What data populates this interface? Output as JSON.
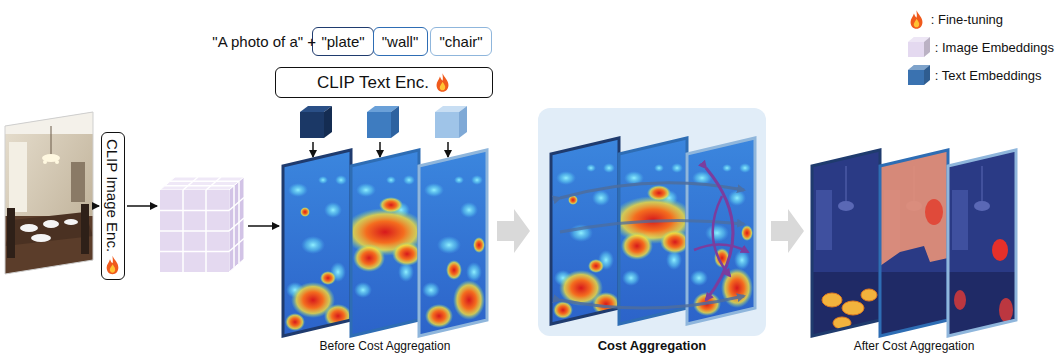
{
  "diagram": {
    "nodes": [
      {
        "text": [
          "\"plate\""
        ]
      },
      {
        "text": [
          "\"wall\""
        ]
      },
      {
        "text": [
          "\"chair\""
        ]
      },
      {
        "text": [
          "CLIP Text Enc."
        ]
      },
      {
        "text": [
          "CLIP Image Enc."
        ]
      }
    ],
    "labels": [
      "\"A photo of a\" +",
      "Before Cost Aggregation",
      "Cost Aggregation",
      "After Cost Aggregation"
    ],
    "legend": [
      {
        "text": ": Fine-tuning"
      },
      {
        "text": ": Image Embeddings",
        "color": "#e4d9f0"
      },
      {
        "text": ": Text Embeddings",
        "color": "#3a72b0"
      }
    ]
  }
}
